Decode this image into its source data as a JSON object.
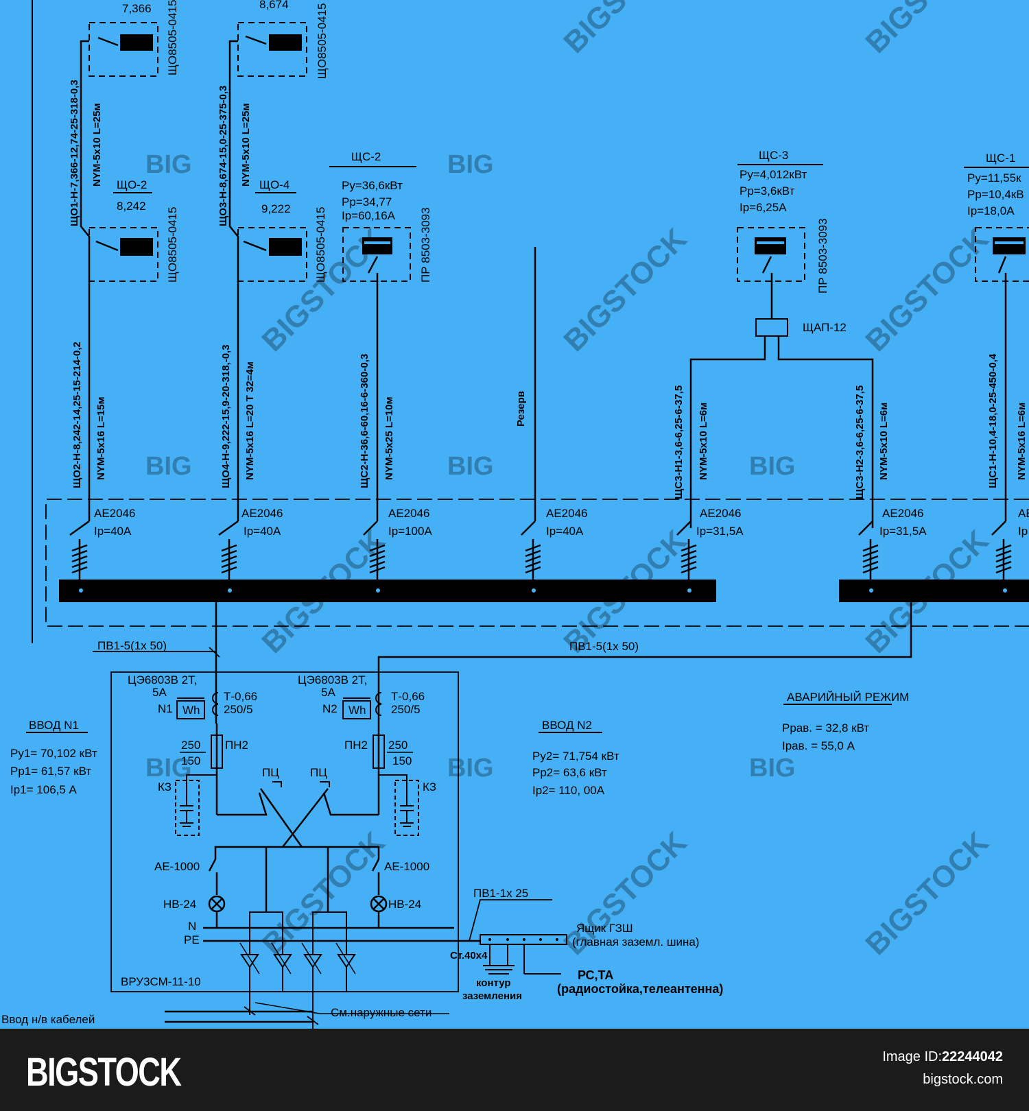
{
  "colors": {
    "background": "#45b0f5",
    "ink": "#000000",
    "footer": "#1b1b1b",
    "watermark": "#ffffff"
  },
  "watermark": {
    "big": "BIG",
    "bigstock": "BIGSTOCK"
  },
  "footer": {
    "logo": "BIGSTOCK",
    "image_id_label": "Image ID:",
    "image_id": "22244042",
    "site": "bigstock.com"
  },
  "upper": {
    "scho1": {
      "value": "7,366",
      "panel": "ЩО8505-0415",
      "cable": "ЩО1-Н-7,366-12,74-25-318-0,3",
      "wire": "NYM-5x10  L=25м"
    },
    "scho3": {
      "value": "8,674",
      "panel": "ЩО8505-0415",
      "cable": "ЩО3-Н-8,674-15,0-25-375-0,3",
      "wire": "NYM-5x10  L=25м"
    },
    "scho2": {
      "name": "ЩО-2",
      "value": "8,242",
      "panel": "ЩО8505-0415"
    },
    "scho4": {
      "name": "ЩО-4",
      "value": "9,222",
      "panel": "ЩО8505-0415"
    }
  },
  "panels": {
    "sc2": {
      "name": "ЩС-2",
      "py": "Ру=36,6кВт",
      "pp": "Рр=34,77",
      "ip": "Iр=60,16А",
      "box": "ПР 8503-3093"
    },
    "sc3": {
      "name": "ЩС-3",
      "py": "Ру=4,012кВт",
      "pp": "Рр=3,6кВт",
      "ip": "Iр=6,25А",
      "box": "ПР 8503-3093",
      "shap": "ЩАП-12"
    },
    "sc1": {
      "name": "ЩС-1",
      "py": "Ру=11,55к",
      "pp": "Рр=10,4кВ",
      "ip": "Iр=18,0А"
    }
  },
  "feeders": [
    {
      "cable": "ЩО2-Н-8,242-14,25-15-214-0,2",
      "wire": "NYM-5x16  L=15м",
      "breaker": "АЕ2046",
      "current": "Iр=40А"
    },
    {
      "cable": "ЩО4-Н-9,222-15,9-20-318,-0,3",
      "wire": "NYM-5x16  L=20 Т 32=4м",
      "breaker": "АЕ2046",
      "current": "Iр=40А"
    },
    {
      "cable": "ЩС2-Н-36,6-60,16-6-360-0,3",
      "wire": "NYM-5x25  L=10м",
      "breaker": "АЕ2046",
      "current": "Iр=100А"
    },
    {
      "cable": "",
      "wire": "Резерв",
      "breaker": "АЕ2046",
      "current": "Iр=40А"
    },
    {
      "cable": "ЩС3-Н1-3,6-6,25-6-37,5",
      "wire": "NYM-5x10  L=6м",
      "breaker": "АЕ2046",
      "current": "Iр=31,5А"
    },
    {
      "cable": "ЩС3-Н2-3,6-6,25-6-37,5",
      "wire": "NYM-5x10  L=6м",
      "breaker": "АЕ2046",
      "current": "Iр=31,5А"
    },
    {
      "cable": "ЩС1-Н-10,4-18,0-25-450-0,4",
      "wire": "NYM-5x16  L=6м",
      "breaker": "АЕ",
      "current": "Iр"
    }
  ],
  "lower": {
    "cable_left": "ПВ1-5(1х 50)",
    "cable_right": "ПВ1-5(1х 50)",
    "meter_left": {
      "model": "ЦЭ6803В 2Т,",
      "amps": "5А",
      "n": "N1",
      "wh": "Wh",
      "tt": "Т-0,66",
      "ratio": "250/5"
    },
    "meter_right": {
      "model": "ЦЭ6803В 2Т,",
      "amps": "5А",
      "n": "N2",
      "wh": "Wh",
      "tt": "Т-0,66",
      "ratio": "250/5"
    },
    "fuse_left": {
      "name": "ПН2",
      "top": "250",
      "bottom": "150"
    },
    "fuse_right": {
      "name": "ПН2",
      "top": "250",
      "bottom": "150"
    },
    "kz": "КЗ",
    "pts": "ПЦ",
    "ae_left": "АЕ-1000",
    "ae_right": "АЕ-1000",
    "hv_left": "НВ-24",
    "hv_right": "НВ-24",
    "n": "N",
    "pe": "PE",
    "vru": "ВРУ3СМ-11-10",
    "pv_small": "ПВ1-1х 25",
    "box_gzsh": "Ящик ГЗШ",
    "box_gzsh_desc": "(главная заземл. шина)",
    "st": "Ст.40х4",
    "kontur1": "контур",
    "kontur2": "заземления",
    "rs_ta": "РС,ТА",
    "rs_ta_desc": "(радиостойка,телеантенна)",
    "vvod_cables": "Ввод н/в кабелей",
    "external": "См.наружные сети"
  },
  "vvod1": {
    "title": "ВВОД N1",
    "py": "Ру1= 70,102 кВт",
    "pp": "Рр1= 61,57 кВт",
    "ip": "Iр1= 106,5 А"
  },
  "vvod2": {
    "title": "ВВОД N2",
    "py": "Ру2= 71,754 кВт",
    "pp": "Рр2= 63,6 кВт",
    "ip": "Iр2= 110, 00А"
  },
  "emergency": {
    "title": "АВАРИЙНЫЙ РЕЖИМ",
    "p": "Ррав. = 32,8 кВт",
    "i": "Iрав. = 55,0 А"
  }
}
